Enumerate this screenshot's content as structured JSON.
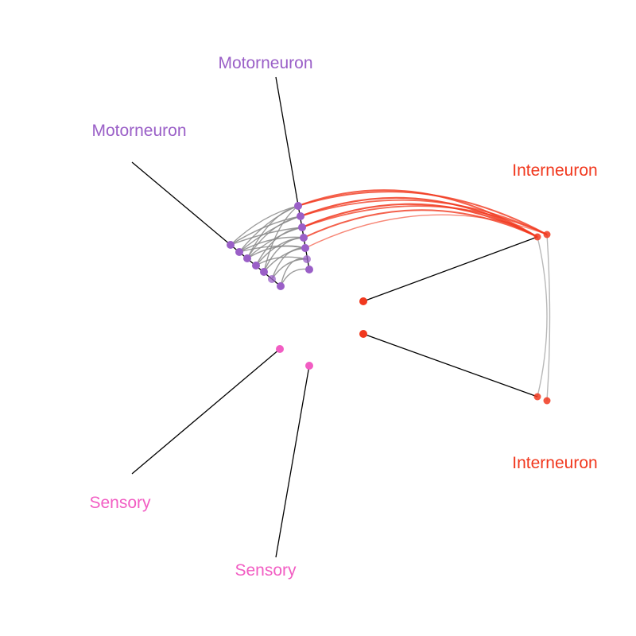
{
  "colors": {
    "motor": "#9a5fc7",
    "inter": "#f1381e",
    "sensory": "#f25dc3",
    "edge_gray": "#8a8a8a",
    "leader": "#000000"
  },
  "labels": {
    "motor_top": "Motorneuron",
    "motor_left": "Motorneuron",
    "inter_top": "Interneuron",
    "inter_bottom": "Interneuron",
    "sensory_left": "Sensory",
    "sensory_bottom": "Sensory"
  }
}
